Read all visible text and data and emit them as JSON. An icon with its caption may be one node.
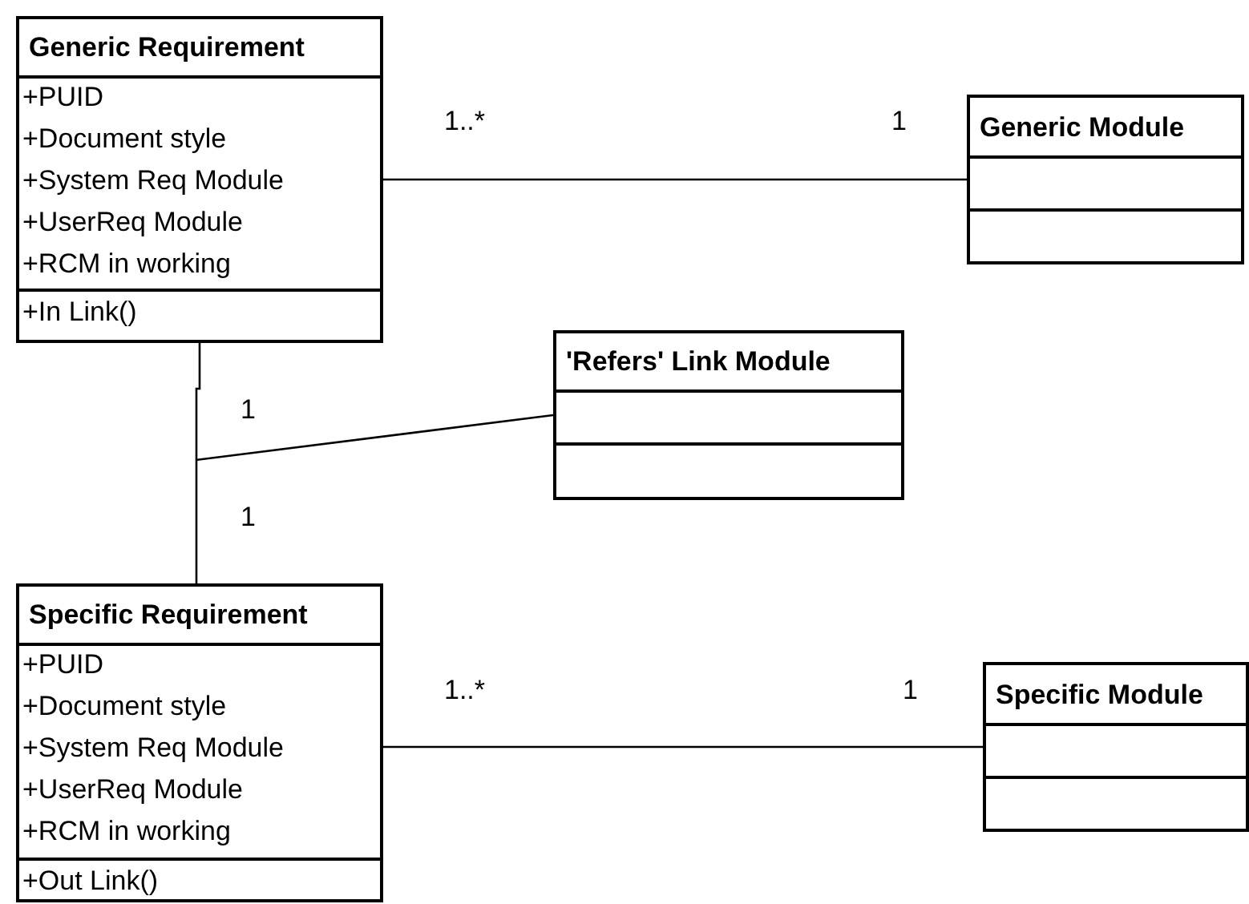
{
  "diagram": {
    "nodes": [
      {
        "text": [
          "Generic Requirement",
          "+PUID",
          "+Document style",
          "+System Req Module",
          "+UserReq Module",
          "+RCM in working",
          "+In Link()"
        ]
      },
      {
        "text": [
          "Generic Module"
        ]
      },
      {
        "text": [
          "'Refers' Link Module"
        ]
      },
      {
        "text": [
          "Specific Requirement",
          "+PUID",
          "+Document style",
          "+System Req Module",
          "+UserReq Module",
          "+RCM in working",
          "+Out Link()"
        ]
      },
      {
        "text": [
          "Specific Module"
        ]
      }
    ],
    "edges": [
      {
        "from": 0,
        "to": 1,
        "arrow": "none"
      },
      {
        "from": 0,
        "to": 3,
        "arrow": "none"
      },
      {
        "from": 2,
        "to": null,
        "arrow": "none"
      },
      {
        "from": 3,
        "to": 4,
        "arrow": "none"
      }
    ],
    "labels": [
      "1..*",
      "1",
      "1",
      "1",
      "1..*",
      "1"
    ]
  }
}
